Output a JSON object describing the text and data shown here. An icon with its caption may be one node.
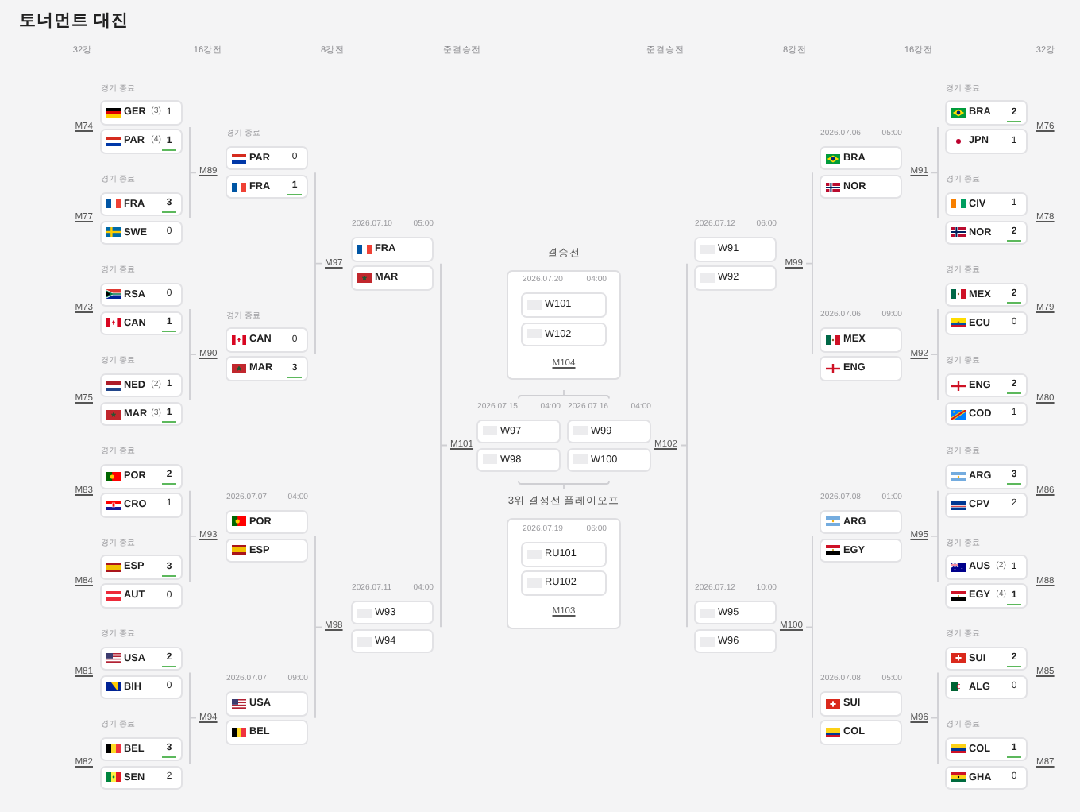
{
  "diagram": {
    "title": "토너먼트 대진",
    "nodes": [
      {
        "text": [
          "GER",
          "(3)",
          "1"
        ],
        "beside": [
          "경기 종료"
        ]
      },
      {
        "text": [
          "PAR",
          "(4)",
          "1"
        ]
      },
      {
        "text": [
          "FRA",
          "3"
        ],
        "beside": [
          "경기 종료"
        ]
      },
      {
        "text": [
          "SWE",
          "0"
        ]
      },
      {
        "text": [
          "RSA",
          "0"
        ],
        "beside": [
          "경기 종료"
        ]
      },
      {
        "text": [
          "CAN",
          "1"
        ]
      },
      {
        "text": [
          "NED",
          "(2)",
          "1"
        ],
        "beside": [
          "경기 종료"
        ]
      },
      {
        "text": [
          "MAR",
          "(3)",
          "1"
        ]
      },
      {
        "text": [
          "POR",
          "2"
        ],
        "beside": [
          "경기 종료"
        ]
      },
      {
        "text": [
          "CRO",
          "1"
        ]
      },
      {
        "text": [
          "ESP",
          "3"
        ],
        "beside": [
          "경기 종료"
        ]
      },
      {
        "text": [
          "AUT",
          "0"
        ]
      },
      {
        "text": [
          "USA",
          "2"
        ],
        "beside": [
          "경기 종료"
        ]
      },
      {
        "text": [
          "BIH",
          "0"
        ]
      },
      {
        "text": [
          "BEL",
          "3"
        ],
        "beside": [
          "경기 종료"
        ]
      },
      {
        "text": [
          "SEN",
          "2"
        ]
      },
      {
        "text": [
          "M89"
        ]
      },
      {
        "text": [
          "PAR",
          "0"
        ],
        "beside": [
          "경기 종료"
        ]
      },
      {
        "text": [
          "FRA",
          "1"
        ]
      },
      {
        "text": [
          "M90"
        ]
      },
      {
        "text": [
          "CAN",
          "0"
        ],
        "beside": [
          "경기 종료"
        ]
      },
      {
        "text": [
          "MAR",
          "3"
        ]
      },
      {
        "text": [
          "M93"
        ]
      },
      {
        "text": [
          "POR"
        ],
        "beside": [
          "2026.07.07",
          "04:00"
        ]
      },
      {
        "text": [
          "ESP"
        ]
      },
      {
        "text": [
          "M94"
        ]
      },
      {
        "text": [
          "USA"
        ],
        "beside": [
          "2026.07.07",
          "09:00"
        ]
      },
      {
        "text": [
          "BEL"
        ]
      },
      {
        "text": [
          "M97"
        ]
      },
      {
        "text": [
          "FRA"
        ],
        "beside": [
          "2026.07.10",
          "05:00"
        ]
      },
      {
        "text": [
          "MAR"
        ]
      },
      {
        "text": [
          "M98"
        ]
      },
      {
        "text": [
          "W93"
        ],
        "beside": [
          "2026.07.11",
          "04:00"
        ]
      },
      {
        "text": [
          "W94"
        ]
      },
      {
        "text": [
          "결승전",
          "2026.07.20",
          "04:00",
          "M104"
        ]
      },
      {
        "text": [
          "W101"
        ],
        "in": 34
      },
      {
        "text": [
          "W102"
        ],
        "in": 34
      },
      {
        "text": [
          "M101"
        ]
      },
      {
        "text": [
          "W97"
        ],
        "beside": [
          "2026.07.15",
          "04:00"
        ]
      },
      {
        "text": [
          "W98"
        ]
      },
      {
        "text": [
          "W99"
        ],
        "beside": [
          "2026.07.16",
          "04:00"
        ]
      },
      {
        "text": [
          "W100"
        ]
      },
      {
        "text": [
          "M102"
        ]
      },
      {
        "text": [
          "3위 결정전 플레이오프",
          "2026.07.19",
          "06:00",
          "M103"
        ]
      },
      {
        "text": [
          "RU101"
        ],
        "in": 43
      },
      {
        "text": [
          "RU102"
        ],
        "in": 43
      },
      {
        "text": [
          "W91"
        ],
        "beside": [
          "2026.07.12",
          "06:00"
        ]
      },
      {
        "text": [
          "W92"
        ]
      },
      {
        "text": [
          "M99"
        ]
      },
      {
        "text": [
          "W95"
        ],
        "beside": [
          "2026.07.12",
          "10:00"
        ]
      },
      {
        "text": [
          "W96"
        ]
      },
      {
        "text": [
          "M100"
        ]
      },
      {
        "text": [
          "BRA"
        ],
        "beside": [
          "2026.07.06",
          "05:00"
        ]
      },
      {
        "text": [
          "NOR"
        ]
      },
      {
        "text": [
          "M91"
        ]
      },
      {
        "text": [
          "MEX"
        ],
        "beside": [
          "2026.07.06",
          "09:00"
        ]
      },
      {
        "text": [
          "ENG"
        ]
      },
      {
        "text": [
          "M92"
        ]
      },
      {
        "text": [
          "ARG"
        ],
        "beside": [
          "2026.07.08",
          "01:00"
        ]
      },
      {
        "text": [
          "EGY"
        ]
      },
      {
        "text": [
          "M95"
        ]
      },
      {
        "text": [
          "SUI"
        ],
        "beside": [
          "2026.07.08",
          "05:00"
        ]
      },
      {
        "text": [
          "COL"
        ]
      },
      {
        "text": [
          "M96"
        ]
      },
      {
        "text": [
          "BRA",
          "2"
        ],
        "beside": [
          "경기 종료"
        ]
      },
      {
        "text": [
          "JPN",
          "1"
        ]
      },
      {
        "text": [
          "CIV",
          "1"
        ],
        "beside": [
          "경기 종료"
        ]
      },
      {
        "text": [
          "NOR",
          "2"
        ]
      },
      {
        "text": [
          "MEX",
          "2"
        ],
        "beside": [
          "경기 종료"
        ]
      },
      {
        "text": [
          "ECU",
          "0"
        ]
      },
      {
        "text": [
          "ENG",
          "2"
        ],
        "beside": [
          "경기 종료"
        ]
      },
      {
        "text": [
          "COD",
          "1"
        ]
      },
      {
        "text": [
          "ARG",
          "3"
        ],
        "beside": [
          "경기 종료"
        ]
      },
      {
        "text": [
          "CPV",
          "2"
        ]
      },
      {
        "text": [
          "AUS",
          "(2)",
          "1"
        ],
        "beside": [
          "경기 종료"
        ]
      },
      {
        "text": [
          "EGY",
          "(4)",
          "1"
        ]
      },
      {
        "text": [
          "SUI",
          "2"
        ],
        "beside": [
          "경기 종료"
        ]
      },
      {
        "text": [
          "ALG",
          "0"
        ]
      },
      {
        "text": [
          "COL",
          "1"
        ],
        "beside": [
          "경기 종료"
        ]
      },
      {
        "text": [
          "GHA",
          "0"
        ]
      }
    ],
    "edges": [
      {
        "from": 0,
        "to": 16,
        "arrow": "none"
      },
      {
        "from": 1,
        "to": 16,
        "arrow": "none"
      },
      {
        "from": 2,
        "to": 16,
        "arrow": "none"
      },
      {
        "from": 3,
        "to": 16,
        "arrow": "none"
      },
      {
        "from": 4,
        "to": 19,
        "arrow": "none"
      },
      {
        "from": 5,
        "to": 19,
        "arrow": "none"
      },
      {
        "from": 6,
        "to": 19,
        "arrow": "none"
      },
      {
        "from": 7,
        "to": 19,
        "arrow": "none"
      },
      {
        "from": 8,
        "to": 22,
        "arrow": "none"
      },
      {
        "from": 9,
        "to": 22,
        "arrow": "none"
      },
      {
        "from": 10,
        "to": 22,
        "arrow": "none"
      },
      {
        "from": 11,
        "to": 22,
        "arrow": "none"
      },
      {
        "from": 12,
        "to": 25,
        "arrow": "none"
      },
      {
        "from": 13,
        "to": 25,
        "arrow": "none"
      },
      {
        "from": 14,
        "to": 25,
        "arrow": "none"
      },
      {
        "from": 15,
        "to": 25,
        "arrow": "none"
      },
      {
        "from": 17,
        "to": 28,
        "arrow": "none"
      },
      {
        "from": 18,
        "to": 28,
        "arrow": "none"
      },
      {
        "from": 20,
        "to": 28,
        "arrow": "none"
      },
      {
        "from": 21,
        "to": 28,
        "arrow": "none"
      },
      {
        "from": 23,
        "to": 31,
        "arrow": "none"
      },
      {
        "from": 24,
        "to": 31,
        "arrow": "none"
      },
      {
        "from": 26,
        "to": 31,
        "arrow": "none"
      },
      {
        "from": 27,
        "to": 31,
        "arrow": "none"
      },
      {
        "from": 29,
        "to": 37,
        "arrow": "none"
      },
      {
        "from": 30,
        "to": 37,
        "arrow": "none"
      },
      {
        "from": 32,
        "to": 37,
        "arrow": "none"
      },
      {
        "from": 33,
        "to": 37,
        "arrow": "none"
      },
      {
        "from": 38,
        "to": 34,
        "arrow": "none"
      },
      {
        "from": 40,
        "to": 34,
        "arrow": "none"
      },
      {
        "from": 39,
        "to": 43,
        "arrow": "none"
      },
      {
        "from": 41,
        "to": 43,
        "arrow": "none"
      },
      {
        "from": 46,
        "to": 42,
        "arrow": "none"
      },
      {
        "from": 47,
        "to": 42,
        "arrow": "none"
      },
      {
        "from": 49,
        "to": 42,
        "arrow": "none"
      },
      {
        "from": 50,
        "to": 42,
        "arrow": "none"
      },
      {
        "from": 52,
        "to": 48,
        "arrow": "none"
      },
      {
        "from": 53,
        "to": 48,
        "arrow": "none"
      },
      {
        "from": 55,
        "to": 48,
        "arrow": "none"
      },
      {
        "from": 56,
        "to": 48,
        "arrow": "none"
      },
      {
        "from": 58,
        "to": 51,
        "arrow": "none"
      },
      {
        "from": 59,
        "to": 51,
        "arrow": "none"
      },
      {
        "from": 61,
        "to": 51,
        "arrow": "none"
      },
      {
        "from": 62,
        "to": 51,
        "arrow": "none"
      },
      {
        "from": 64,
        "to": 54,
        "arrow": "none"
      },
      {
        "from": 65,
        "to": 54,
        "arrow": "none"
      },
      {
        "from": 66,
        "to": 54,
        "arrow": "none"
      },
      {
        "from": 67,
        "to": 54,
        "arrow": "none"
      },
      {
        "from": 68,
        "to": 57,
        "arrow": "none"
      },
      {
        "from": 69,
        "to": 57,
        "arrow": "none"
      },
      {
        "from": 70,
        "to": 57,
        "arrow": "none"
      },
      {
        "from": 71,
        "to": 57,
        "arrow": "none"
      },
      {
        "from": 72,
        "to": 60,
        "arrow": "none"
      },
      {
        "from": 73,
        "to": 60,
        "arrow": "none"
      },
      {
        "from": 74,
        "to": 60,
        "arrow": "none"
      },
      {
        "from": 75,
        "to": 60,
        "arrow": "none"
      },
      {
        "from": 76,
        "to": 63,
        "arrow": "none"
      },
      {
        "from": 77,
        "to": 63,
        "arrow": "none"
      },
      {
        "from": 78,
        "to": 63,
        "arrow": "none"
      },
      {
        "from": 79,
        "to": 63,
        "arrow": "none"
      }
    ],
    "labels": [
      "32강",
      "16강전",
      "8강전",
      "준결승전",
      "준결승전",
      "8강전",
      "16강전",
      "32강",
      "M74",
      "M76",
      "M77",
      "M78",
      "M73",
      "M79",
      "M75",
      "M80",
      "M83",
      "M86",
      "M84",
      "M88",
      "M81",
      "M85",
      "M82",
      "M87"
    ]
  }
}
